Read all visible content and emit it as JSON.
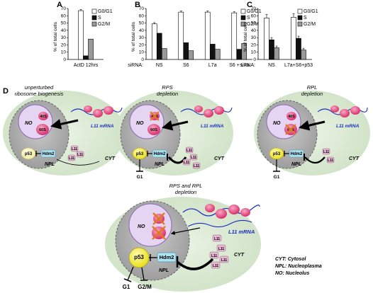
{
  "panels": {
    "A": {
      "letter": "A",
      "ylabel": "% of total cells",
      "yticks": [
        "0",
        "10",
        "20",
        "30",
        "40",
        "50",
        "60",
        "70"
      ],
      "categories": [
        "ActD 12hrs"
      ],
      "values": [
        [
          67,
          5,
          28
        ]
      ]
    },
    "B": {
      "letter": "B",
      "ylabel": "% of total cells",
      "prefix": "siRNA:",
      "yticks": [
        "0",
        "10",
        "20",
        "30",
        "40",
        "50",
        "60",
        "70"
      ],
      "categories": [
        "NS",
        "S6",
        "L7a",
        "S6 + L7a"
      ],
      "values": [
        [
          49,
          36,
          15
        ],
        [
          65,
          23,
          12
        ],
        [
          65,
          21,
          14
        ],
        [
          64,
          14,
          22
        ]
      ]
    },
    "C": {
      "letter": "C",
      "ylabel": "% of total cells",
      "prefix": "siRNA:",
      "yticks": [
        "0",
        "10",
        "20",
        "30",
        "40",
        "50",
        "60",
        "70"
      ],
      "categories": [
        "NS",
        "L7a+S6+p53"
      ],
      "values": [
        [
          57,
          27,
          16
        ],
        [
          58,
          29,
          13
        ]
      ]
    }
  },
  "legend": [
    "G0/G1",
    "S",
    "G2/M"
  ],
  "chart_data": [
    {
      "type": "bar",
      "categories": [
        "ActD 12hrs"
      ],
      "series": [
        {
          "name": "G0/G1",
          "values": [
            67
          ]
        },
        {
          "name": "S",
          "values": [
            5
          ]
        },
        {
          "name": "G2/M",
          "values": [
            28
          ]
        }
      ],
      "ylabel": "% of total cells",
      "ylim": [
        0,
        70
      ]
    },
    {
      "type": "bar",
      "categories": [
        "NS",
        "S6",
        "L7a",
        "S6 + L7a"
      ],
      "series": [
        {
          "name": "G0/G1",
          "values": [
            49,
            65,
            65,
            64
          ]
        },
        {
          "name": "S",
          "values": [
            36,
            23,
            21,
            14
          ]
        },
        {
          "name": "G2/M",
          "values": [
            15,
            12,
            14,
            22
          ]
        }
      ],
      "ylabel": "% of total cells",
      "ylim": [
        0,
        70
      ]
    },
    {
      "type": "bar",
      "categories": [
        "NS",
        "L7a+S6+p53"
      ],
      "series": [
        {
          "name": "G0/G1",
          "values": [
            57,
            58
          ]
        },
        {
          "name": "S",
          "values": [
            27,
            29
          ]
        },
        {
          "name": "G2/M",
          "values": [
            16,
            13
          ]
        }
      ],
      "ylabel": "% of total cells",
      "ylim": [
        0,
        70
      ]
    }
  ],
  "diagram": {
    "letter": "D",
    "cell1_title": [
      "unperturbed",
      "ribosome biogenesis"
    ],
    "cell2_title": [
      "RPS",
      "depletion"
    ],
    "cell3_title": [
      "RPL",
      "depletion"
    ],
    "cell4_title": [
      "RPS and RPL",
      "depletion"
    ],
    "no": "NO",
    "npl": "NPL",
    "cyt": "CYT",
    "s40": "40S",
    "s60": "60S",
    "s4": "4",
    "s6": "6",
    "p53": "p53",
    "hdm2": "Hdm2",
    "l11": "L11",
    "mrna": "L11 mRNA",
    "g1": "G1",
    "g2m": "G2/M",
    "glossary": [
      "CYT: Cytosol",
      "NPL: Nucleoplasma",
      "NO: Nucleolus"
    ]
  },
  "colors": {
    "g0g1": "#ffffff",
    "s": "#111111",
    "g2m": "#999999",
    "mrna": "#1a2fbf",
    "ribo": "#e8407a",
    "cell": "#d9e8d2",
    "nucleus": "#b8b8b8",
    "nucleolus": "#e5d5f2",
    "p53": "#f6ee2a",
    "hdm2": "#aee4f2"
  }
}
